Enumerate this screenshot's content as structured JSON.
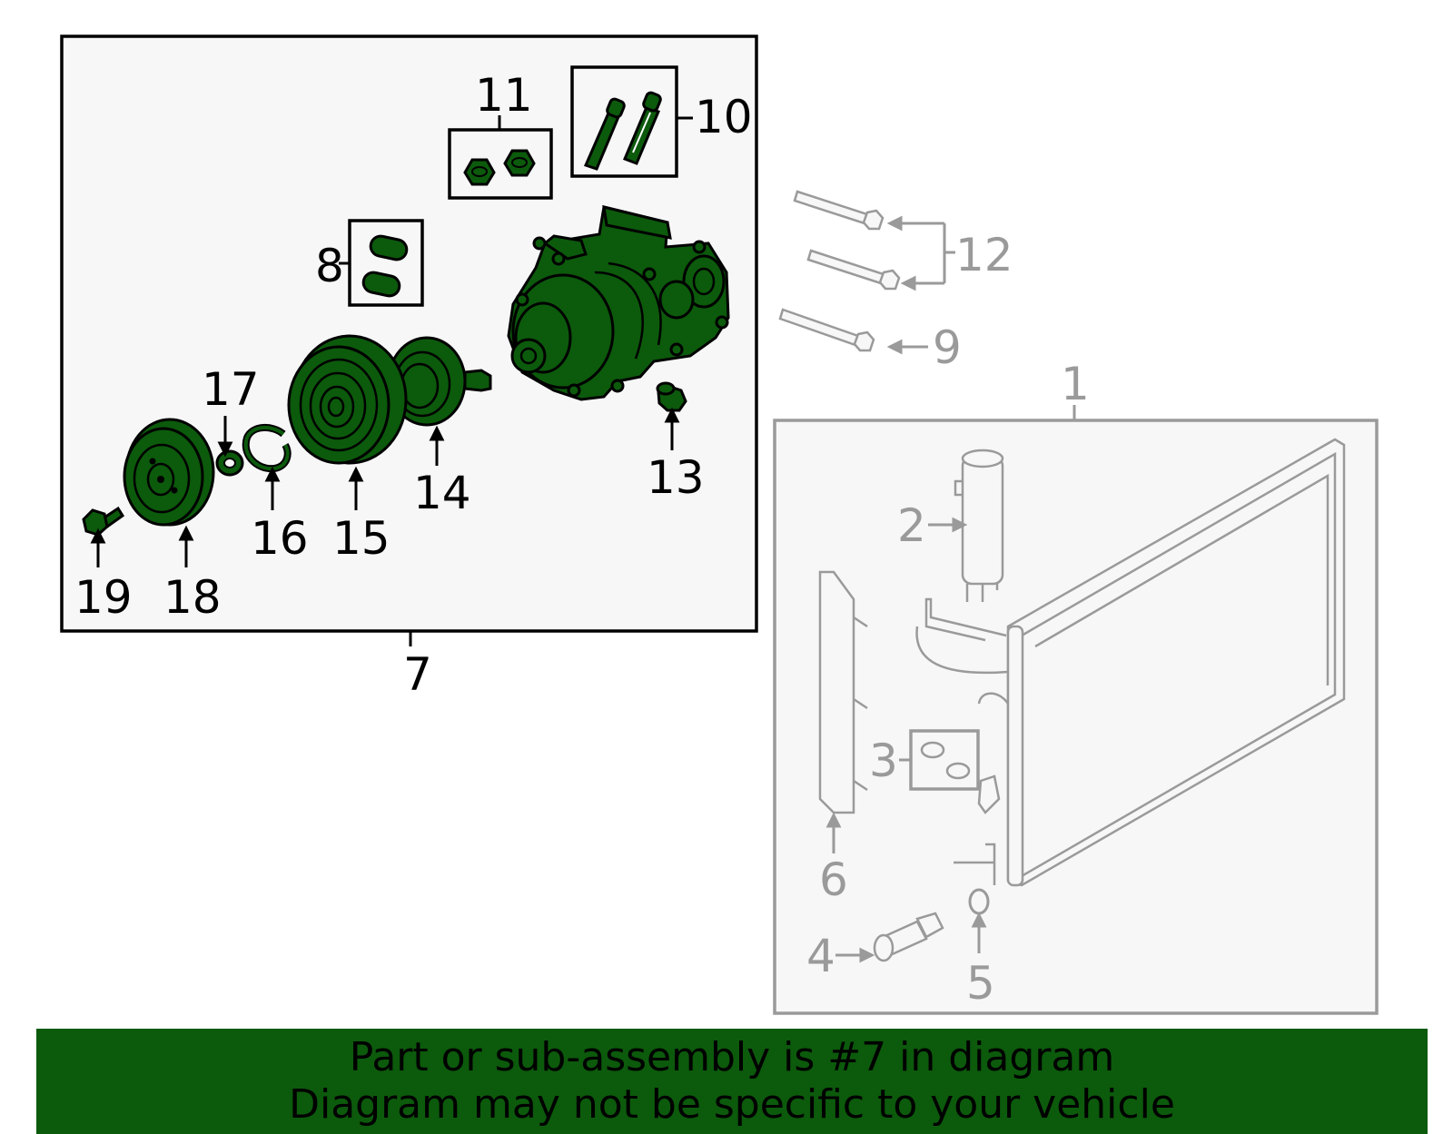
{
  "colors": {
    "highlight": "#0c5a0c",
    "outline": "#000000",
    "context_gray": "#9a9a9a",
    "box_fill": "#f7f7f7"
  },
  "callouts": {
    "c1": "1",
    "c2": "2",
    "c3": "3",
    "c4": "4",
    "c5": "5",
    "c6": "6",
    "c7": "7",
    "c8": "8",
    "c9": "9",
    "c10": "10",
    "c11": "11",
    "c12": "12",
    "c13": "13",
    "c14": "14",
    "c15": "15",
    "c16": "16",
    "c17": "17",
    "c18": "18",
    "c19": "19"
  },
  "banner": {
    "line1": "Part or sub-assembly is #7 in diagram",
    "line2": "Diagram may not be specific to your vehicle"
  }
}
